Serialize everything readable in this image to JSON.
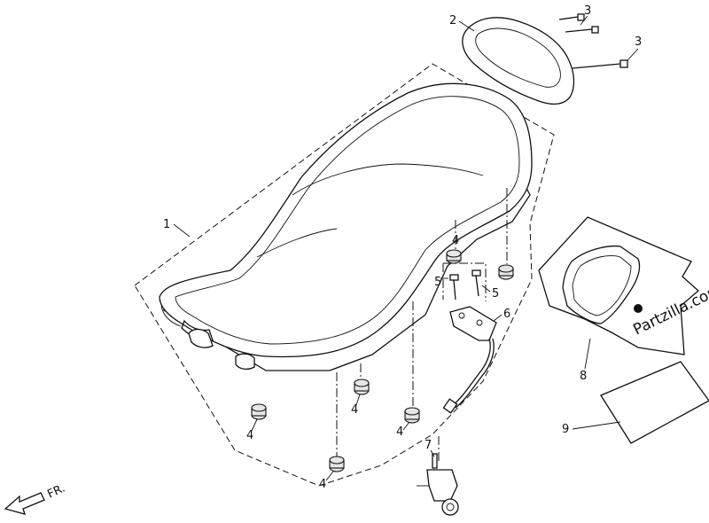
{
  "callouts": {
    "seat": "1",
    "backrest": "2",
    "bolt_a": "3",
    "bolt_b": "3",
    "grommet_a": "4",
    "grommet_b": "4",
    "grommet_c": "4",
    "grommet_d": "4",
    "grommet_e": "4",
    "screw_a": "5",
    "screw_b": "5",
    "latch_bracket": "6",
    "lock": "7",
    "cover": "8",
    "label": "9"
  },
  "direction_label": "FR.",
  "watermark": "Partzilla.com"
}
